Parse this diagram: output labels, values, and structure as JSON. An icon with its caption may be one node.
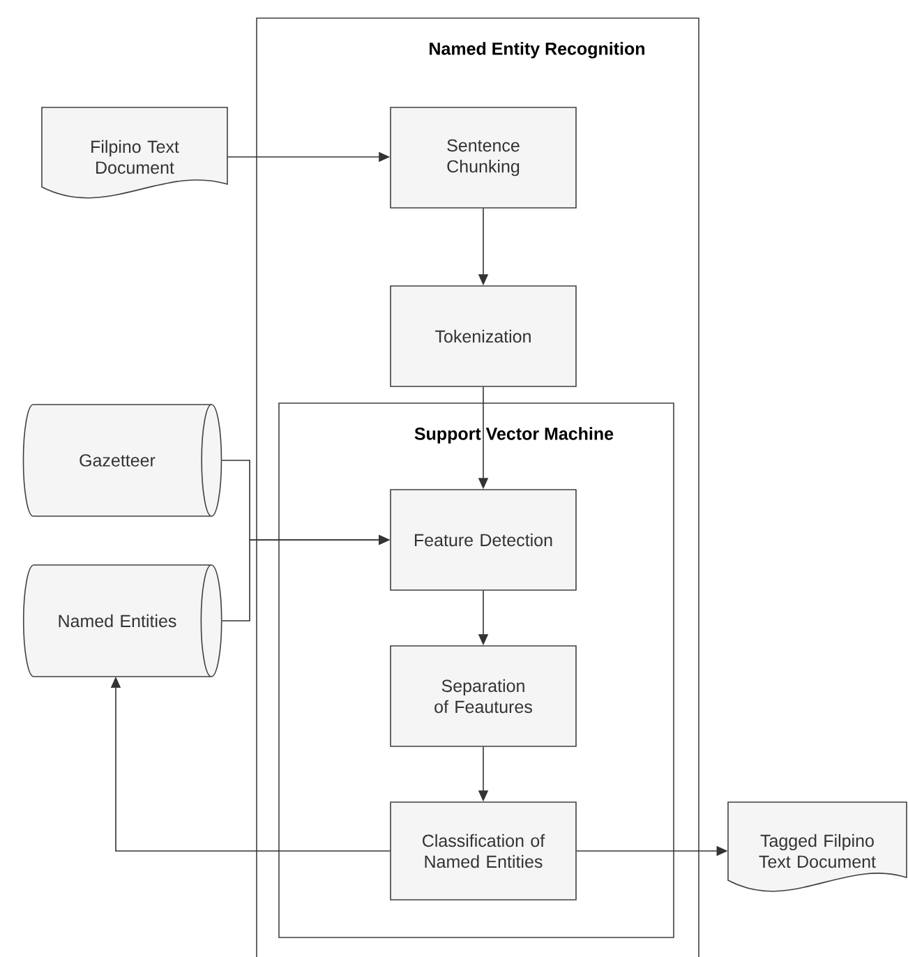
{
  "diagram": {
    "nodes": [
      {
        "text": [
          "Named Entity Recognition"
        ]
      },
      {
        "text": [
          "Filpino Text Document"
        ]
      },
      {
        "text": [
          "Sentence Chunking"
        ],
        "in": 0
      },
      {
        "text": [
          "Tokenization"
        ],
        "in": 0
      },
      {
        "text": [
          "Support Vector Machine"
        ],
        "in": 0
      },
      {
        "text": [
          "Gazetteer"
        ]
      },
      {
        "text": [
          "Feature Detection"
        ],
        "in": 4
      },
      {
        "text": [
          "Named Entities"
        ]
      },
      {
        "text": [
          "Separation of Feautures"
        ],
        "in": 4
      },
      {
        "text": [
          "Classification of Named Entities"
        ],
        "in": 4
      },
      {
        "text": [
          "Tagged Filpino Text Document"
        ]
      }
    ],
    "edges": [
      {
        "from": 1,
        "to": 2,
        "arrow": "to"
      },
      {
        "from": 2,
        "to": 3,
        "arrow": "to"
      },
      {
        "from": 3,
        "to": 6,
        "arrow": "to"
      },
      {
        "from": 5,
        "to": 6,
        "arrow": "to"
      },
      {
        "from": 7,
        "to": 6,
        "arrow": "to"
      },
      {
        "from": 6,
        "to": 8,
        "arrow": "to"
      },
      {
        "from": 8,
        "to": 9,
        "arrow": "to"
      },
      {
        "from": 9,
        "to": 7,
        "arrow": "to"
      },
      {
        "from": 9,
        "to": 10,
        "arrow": "to"
      }
    ]
  }
}
